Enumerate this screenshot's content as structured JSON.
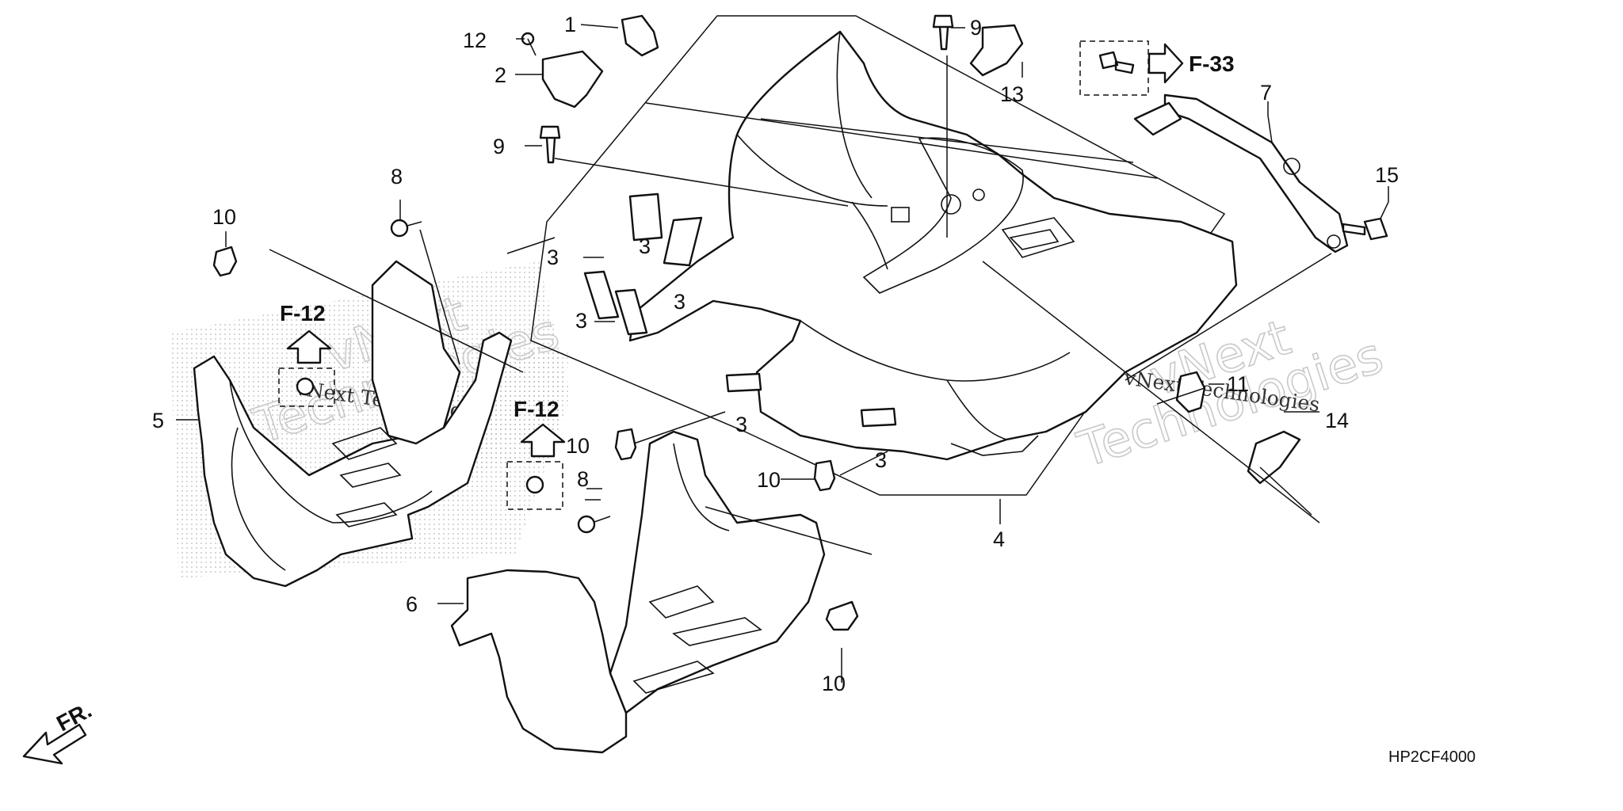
{
  "callouts": {
    "c1": "1",
    "c2": "2",
    "c3a": "3",
    "c3b": "3",
    "c3c": "3",
    "c3d": "3",
    "c3e": "3",
    "c3f": "3",
    "c4": "4",
    "c5": "5",
    "c6": "6",
    "c7": "7",
    "c8a": "8",
    "c8b": "8",
    "c9a": "9",
    "c9b": "9",
    "c10a": "10",
    "c10b": "10",
    "c10c": "10",
    "c10d": "10",
    "c11": "11",
    "c12": "12",
    "c13": "13",
    "c14": "14",
    "c15": "15"
  },
  "references": {
    "f12_left": "F-12",
    "f12_center": "F-12",
    "f33": "F-33"
  },
  "front_marker": "FR.",
  "diagram_code": "HP2CF4000",
  "watermark": {
    "line1": "vNext",
    "line2": "Technologies",
    "inline": "vNext Technologies"
  }
}
